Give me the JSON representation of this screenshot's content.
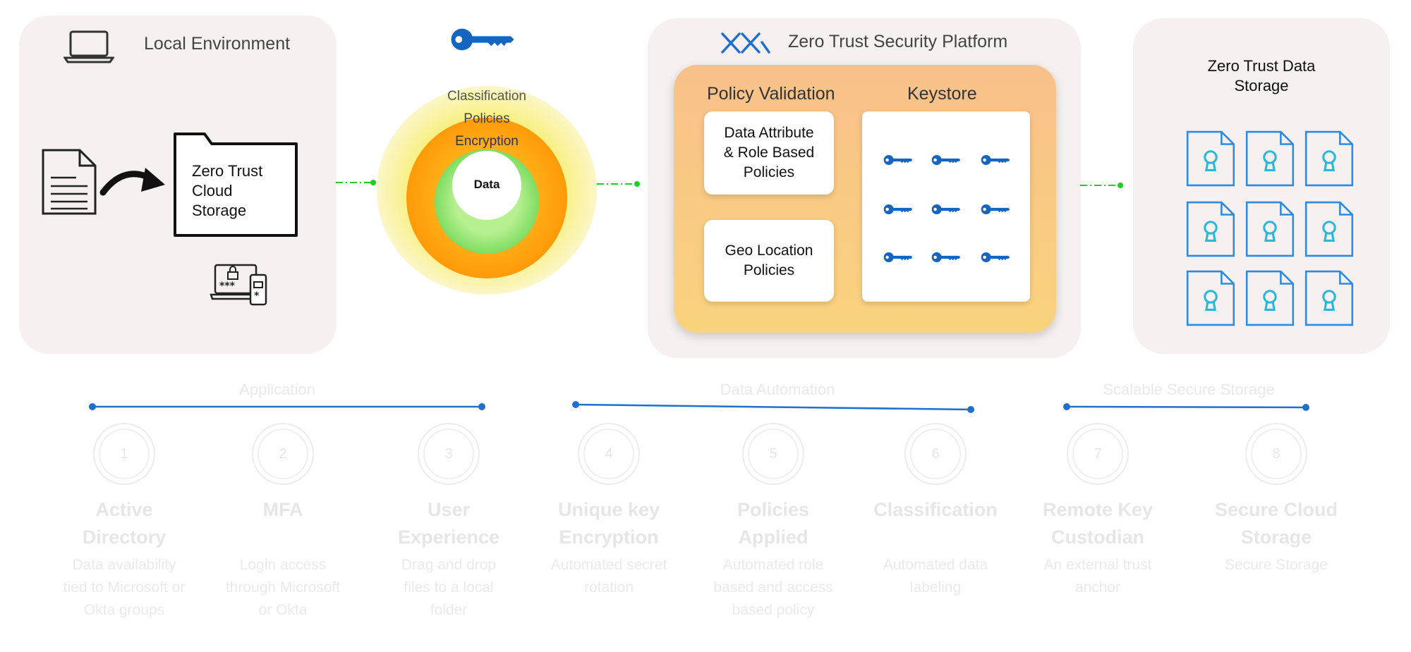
{
  "local": {
    "title": "Local Environment",
    "folder_label": "Zero Trust\nCloud\nStorage"
  },
  "layers": {
    "outer": "Classification",
    "middle": "Policies",
    "inner": "Encryption",
    "core": "Data"
  },
  "platform": {
    "title": "Zero Trust Security Platform",
    "policy_title": "Policy Validation",
    "keystore_title": "Keystore",
    "cards": [
      "Data Attribute\n& Role Based\nPolicies",
      "Geo Location\nPolicies"
    ]
  },
  "storage": {
    "title": "Zero Trust Data\nStorage"
  },
  "sections": [
    "Application",
    "Data Automation",
    "Scalable Secure Storage"
  ],
  "steps": [
    {
      "num": "1",
      "title": "Active\nDirectory",
      "desc": "Data availability\ntied to Microsoft or\nOkta groups"
    },
    {
      "num": "2",
      "title": "MFA",
      "desc": "Login access\nthrough Microsoft\nor Okta"
    },
    {
      "num": "3",
      "title": "User\nExperience",
      "desc": "Drag and drop\nfiles to a local\nfolder"
    },
    {
      "num": "4",
      "title": "Unique key\nEncryption",
      "desc": "Automated secret\nrotation"
    },
    {
      "num": "5",
      "title": "Policies\nApplied",
      "desc": "Automated role\nbased and access\nbased policy"
    },
    {
      "num": "6",
      "title": "Classification",
      "desc": "Automated data\nlabeling"
    },
    {
      "num": "7",
      "title": "Remote Key\nCustodian",
      "desc": "An external trust\nanchor"
    },
    {
      "num": "8",
      "title": "Secure Cloud\nStorage",
      "desc": "Secure Storage"
    }
  ],
  "colors": {
    "blue": "#1f6fd1",
    "green_connector": "#22cc22",
    "panel": "#f6f1f0",
    "platform_orange": "#f8c98a"
  }
}
